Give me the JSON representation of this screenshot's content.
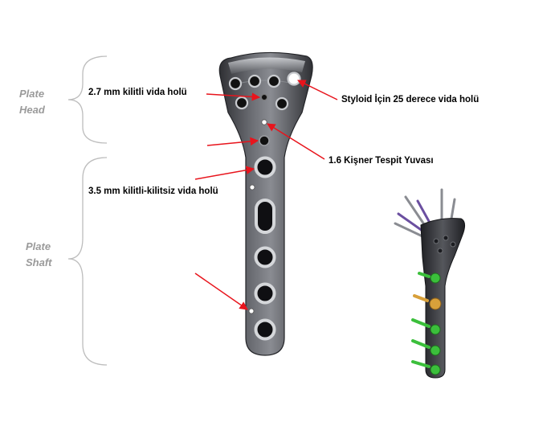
{
  "labels": {
    "plate_head_line1": "Plate",
    "plate_head_line2": "Head",
    "plate_shaft_line1": "Plate",
    "plate_shaft_line2": "Shaft",
    "screw_hole_27": "2.7 mm kilitli vida holü",
    "styloid_hole": "Styloid İçin 25 derece vida holü",
    "kirschner_slot": "1.6 Kişner Tespit Yuvası",
    "screw_hole_35": "3.5 mm kilitli-kilitsiz vida holü"
  },
  "colors": {
    "arrow": "#e8141c",
    "plate_dark": "#3a3b3f",
    "plate_mid": "#6c6e74",
    "plate_light": "#b7b9bd",
    "bracket": "#bdbdbd",
    "side_label": "#9a9a9a",
    "screw_green": "#3bbf3b",
    "screw_gold": "#d8a03a",
    "wire_purple": "#6b4fa0"
  }
}
